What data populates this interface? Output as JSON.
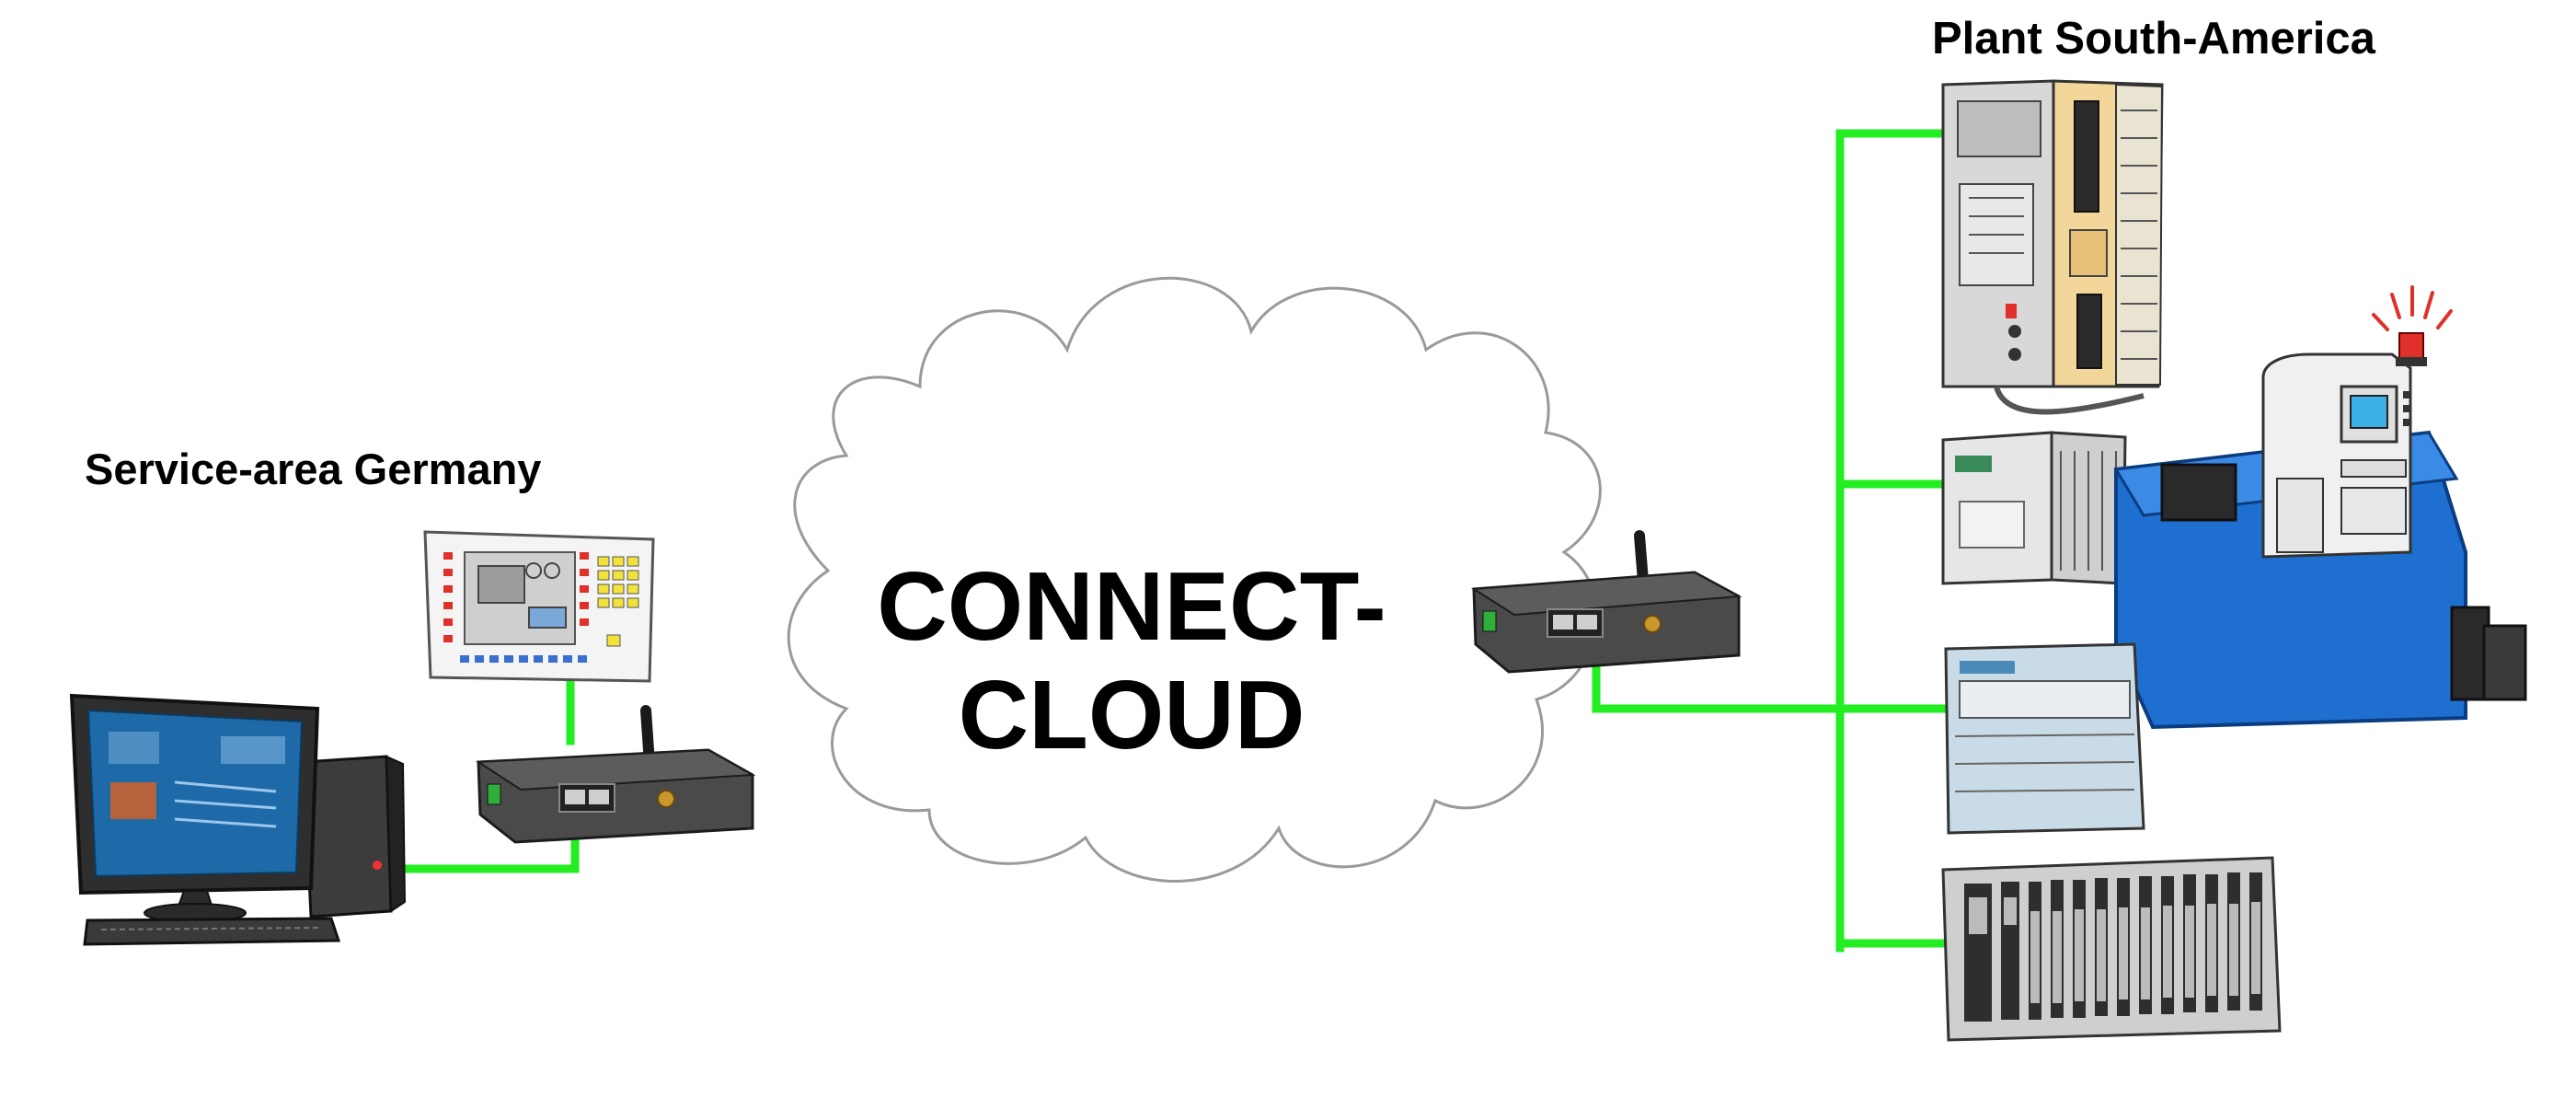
{
  "labels": {
    "service_area": "Service-area Germany",
    "plant": "Plant South-America"
  },
  "cloud": {
    "line1": "CONNECT-",
    "line2": "CLOUD"
  },
  "colors": {
    "link_green": "#22ee22",
    "router_body": "#4a4a4a",
    "plc_blue": "#1f6fd0",
    "monitor_blue": "#1e6aa8",
    "cloud_outline": "#9a9a9a"
  },
  "icons": [
    "desktop-computer-icon",
    "control-panel-hmi-icon",
    "router-icon",
    "cloud-icon",
    "plc-rack-icon",
    "cnc-machine-icon",
    "warning-beacon-icon"
  ]
}
